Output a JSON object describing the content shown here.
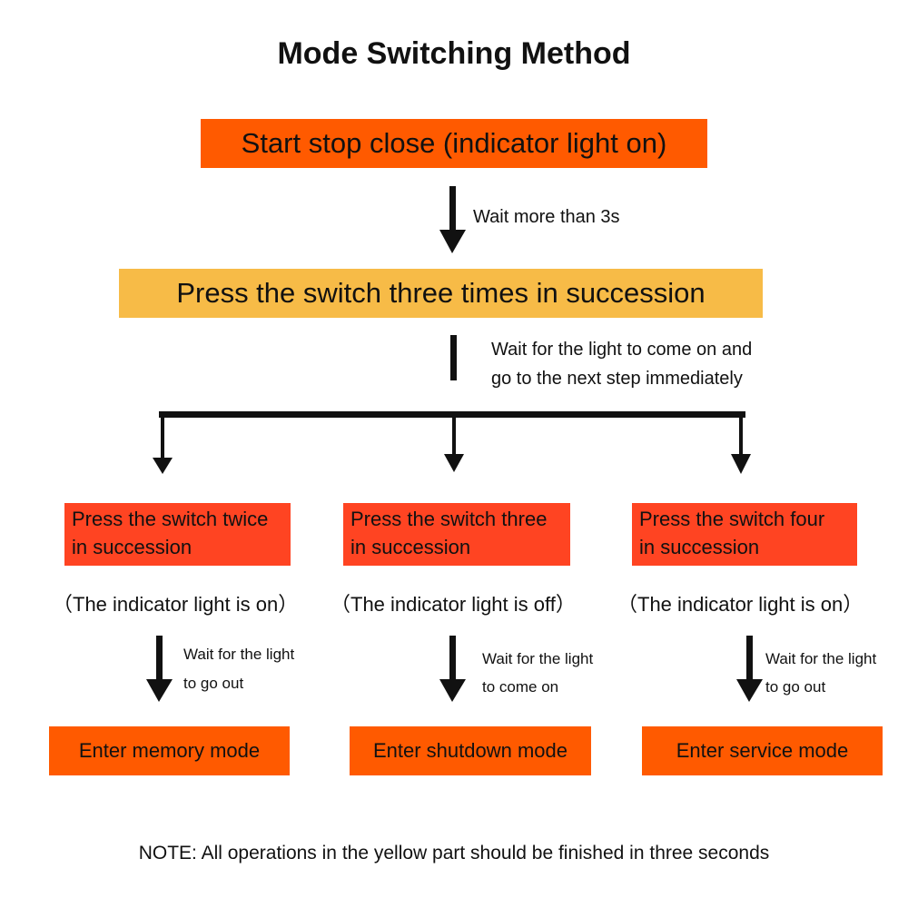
{
  "title": "Mode Switching Method",
  "colors": {
    "orange": "#ff5a00",
    "yellow": "#f7bb47",
    "red_orange": "#ff4422",
    "arrow": "#111111"
  },
  "steps": {
    "start": "Start stop close (indicator light on)",
    "wait1": "Wait more than 3s",
    "press": "Press the switch three times in succession",
    "wait2_line1": "Wait for the light to come on and",
    "wait2_line2": "go to the next step immediately"
  },
  "branches": [
    {
      "option_line1": "Press the switch twice",
      "option_line2": "in succession",
      "status": "（The indicator light is on）",
      "wait_line1": "Wait for the light",
      "wait_line2": "to go out",
      "mode": "Enter memory mode"
    },
    {
      "option_line1": "Press the switch three",
      "option_line2": "in succession",
      "status": "（The indicator light is off）",
      "wait_line1": "Wait for the light",
      "wait_line2": "to come on",
      "mode": "Enter shutdown mode"
    },
    {
      "option_line1": "Press the switch four",
      "option_line2": "in succession",
      "status": "（The indicator light is on）",
      "wait_line1": "Wait for the light",
      "wait_line2": "to go out",
      "mode": "Enter service mode"
    }
  ],
  "note": "NOTE: All operations in the yellow part should be finished in three seconds"
}
